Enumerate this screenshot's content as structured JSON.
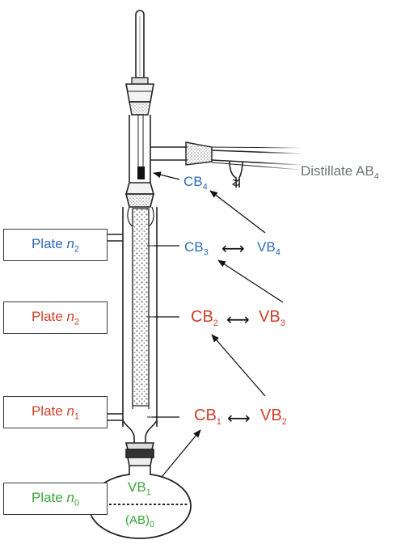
{
  "colors": {
    "blue": "#2e6bb5",
    "red": "#d0402a",
    "green": "#3aa63a",
    "gray": "#707478"
  },
  "plates": [
    {
      "prefix": "Plate ",
      "var": "n",
      "sub": "2",
      "color": "#2e6bb5"
    },
    {
      "prefix": "Plate ",
      "var": "n",
      "sub": "2",
      "color": "#d0402a"
    },
    {
      "prefix": "Plate ",
      "var": "n",
      "sub": "1",
      "color": "#d0402a"
    },
    {
      "prefix": "Plate ",
      "var": "n",
      "sub": "0",
      "color": "#3aa63a"
    }
  ],
  "labels": {
    "distillate": {
      "main": "Distillate AB",
      "sub": "4"
    },
    "cb4": {
      "main": "CB",
      "sub": "4"
    },
    "cb3": {
      "main": "CB",
      "sub": "3"
    },
    "vb4": {
      "main": "VB",
      "sub": "4"
    },
    "cb2": {
      "main": "CB",
      "sub": "2"
    },
    "vb3": {
      "main": "VB",
      "sub": "3"
    },
    "cb1": {
      "main": "CB",
      "sub": "1"
    },
    "vb2": {
      "main": "VB",
      "sub": "2"
    },
    "vb1": {
      "main": "VB",
      "sub": "1"
    },
    "ab0": {
      "main": "(AB)",
      "sub": "0"
    }
  },
  "symbols": {
    "equilibrium": "⟷"
  }
}
